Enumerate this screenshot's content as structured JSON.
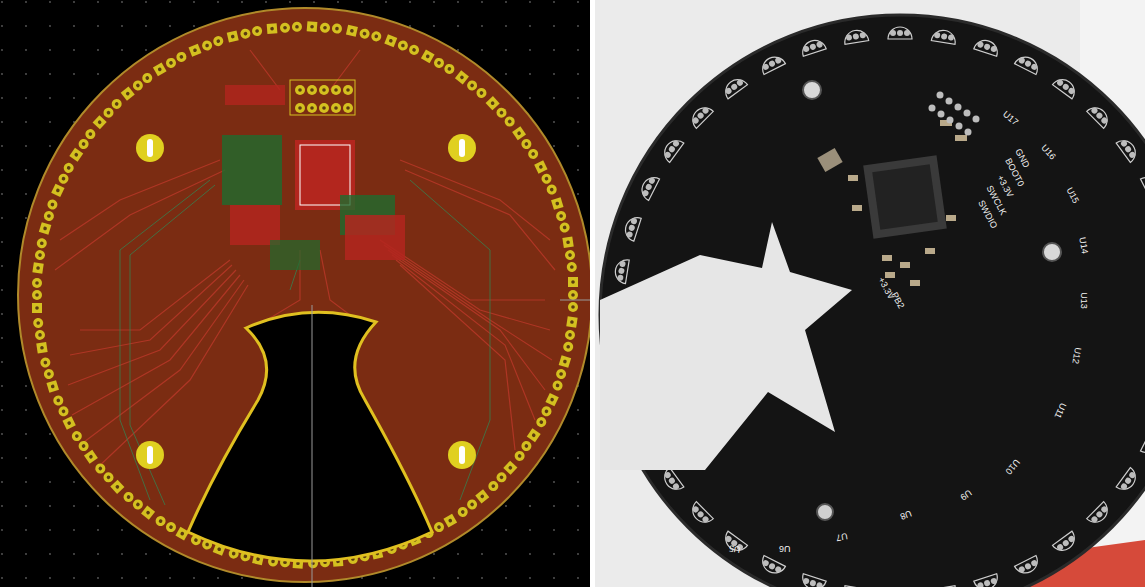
{
  "diagram": {
    "labels": [
      "GND",
      "BOOT0",
      "+3.3V",
      "SWCLK",
      "SWDIO",
      "+3.3V",
      "PB2",
      "U17",
      "U16",
      "U15",
      "U14",
      "U13",
      "U12",
      "U11",
      "U10",
      "U9",
      "U8",
      "U7",
      "U6",
      "U5"
    ]
  }
}
